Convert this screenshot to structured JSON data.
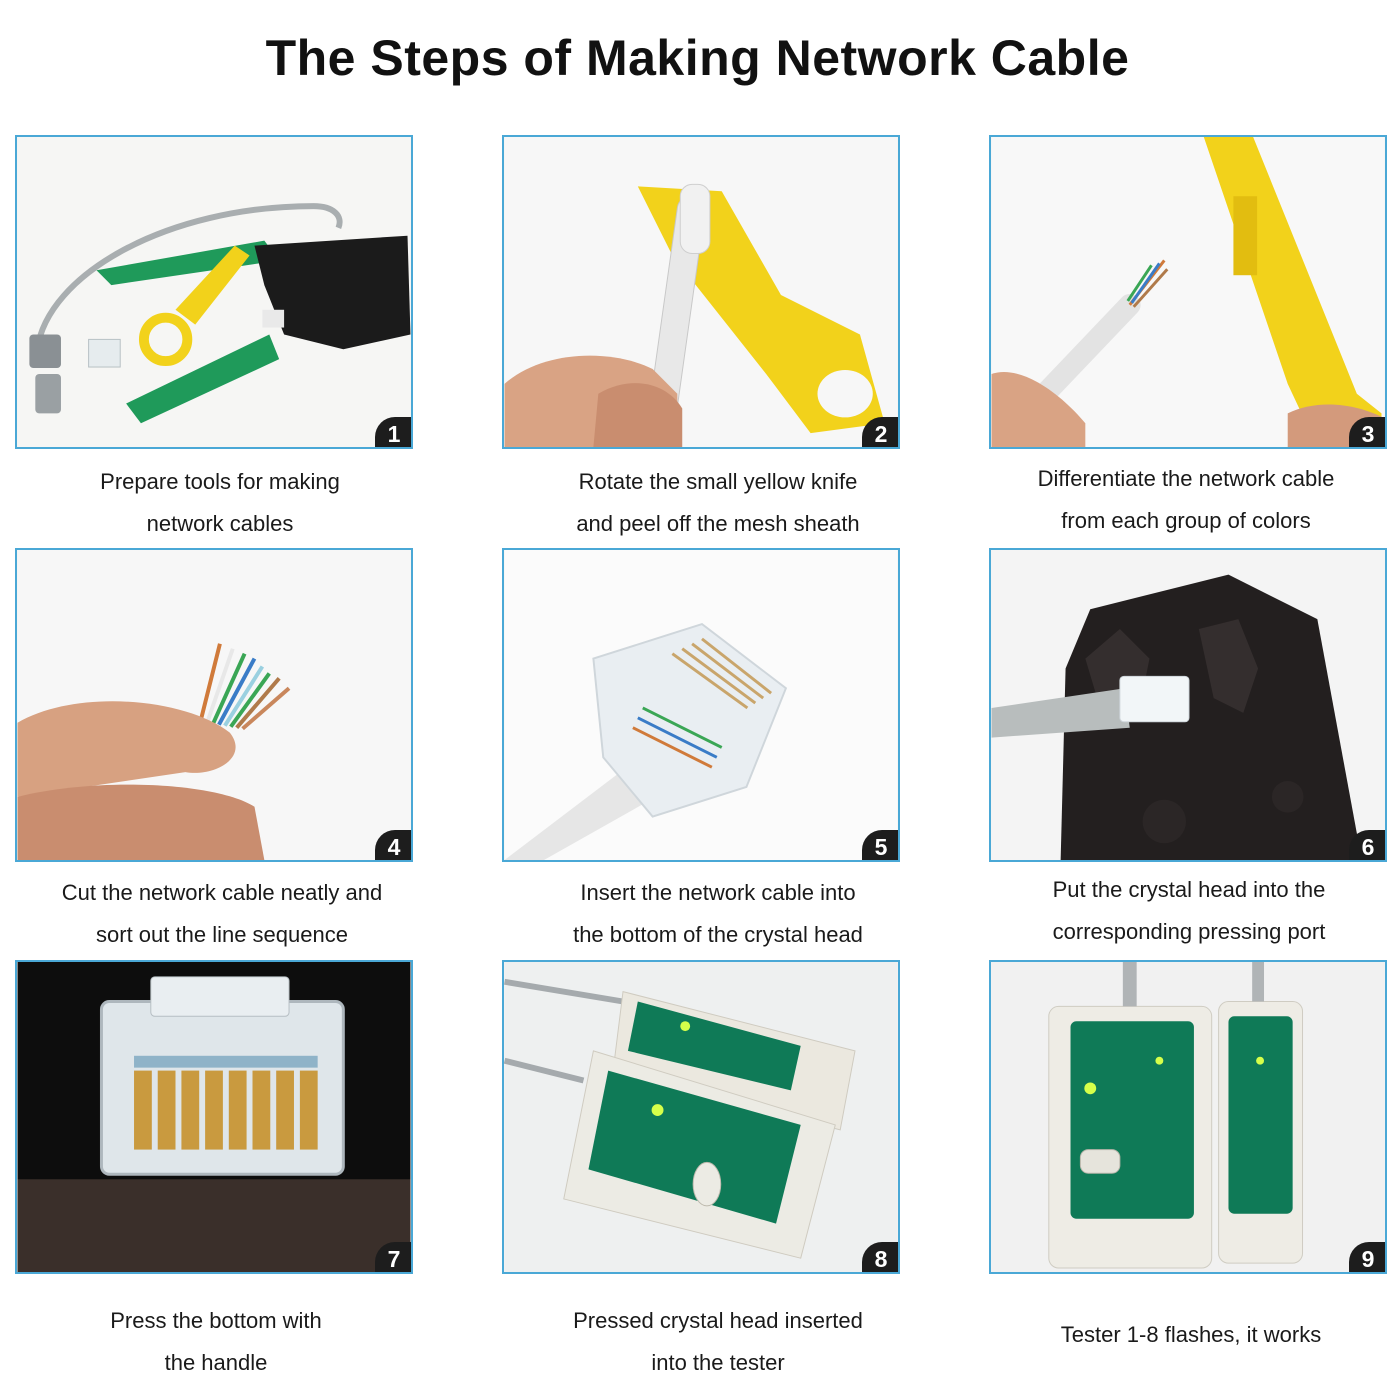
{
  "page": {
    "title": "The Steps of Making Network Cable"
  },
  "steps": [
    {
      "number": "1",
      "caption_line1": "Prepare tools for making",
      "caption_line2": "network cables"
    },
    {
      "number": "2",
      "caption_line1": "Rotate the small yellow knife",
      "caption_line2": "and peel off the mesh sheath"
    },
    {
      "number": "3",
      "caption_line1": "Differentiate the network cable",
      "caption_line2": "from each group of colors"
    },
    {
      "number": "4",
      "caption_line1": "Cut the network cable neatly and",
      "caption_line2": "sort out the line sequence"
    },
    {
      "number": "5",
      "caption_line1": "Insert the network cable into",
      "caption_line2": "the bottom of the crystal head"
    },
    {
      "number": "6",
      "caption_line1": "Put the crystal head into the",
      "caption_line2": "corresponding pressing port"
    },
    {
      "number": "7",
      "caption_line1": "Press the bottom with",
      "caption_line2": "the handle"
    },
    {
      "number": "8",
      "caption_line1": "Pressed crystal head inserted",
      "caption_line2": "into the tester"
    },
    {
      "number": "9",
      "caption_line1": "Tester 1-8 flashes, it works",
      "caption_line2": ""
    }
  ],
  "colors": {
    "frame": "#4aa8d6",
    "crimper_green": "#1f9a5a",
    "stripper_yellow": "#f2d21b",
    "tester_green": "#0f7a57"
  }
}
